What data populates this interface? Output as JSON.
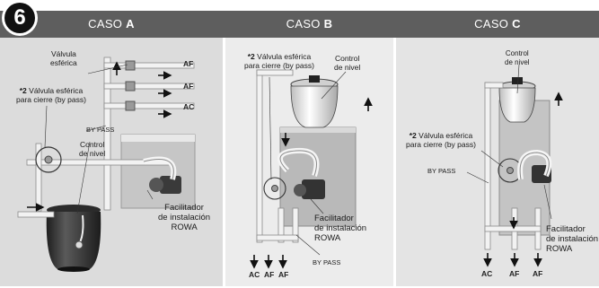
{
  "step_number": "6",
  "cases": [
    {
      "prefix": "CASO",
      "letter": "A"
    },
    {
      "prefix": "CASO",
      "letter": "B"
    },
    {
      "prefix": "CASO",
      "letter": "C"
    }
  ],
  "caso_a": {
    "valvula_esferica": [
      "Válvula",
      "esférica"
    ],
    "bypass_valve_mark": "*2",
    "bypass_valve_lines": [
      "Válvula esférica",
      "para cierre (by pass)"
    ],
    "by_pass": "BY PASS",
    "control_nivel": [
      "Control",
      "de nivel"
    ],
    "facilitador": [
      "Facilitador",
      "de instalación",
      "ROWA"
    ],
    "outlets": [
      "AF",
      "AF",
      "AC"
    ]
  },
  "caso_b": {
    "bypass_valve_mark": "*2",
    "bypass_valve_lines": [
      "Válvula esférica",
      "para cierre (by pass)"
    ],
    "control_nivel": [
      "Control",
      "de nivel"
    ],
    "facilitador": [
      "Facilitador",
      "de instalación",
      "ROWA"
    ],
    "by_pass": "BY PASS",
    "outlets": [
      "AC",
      "AF",
      "AF"
    ]
  },
  "caso_c": {
    "control_nivel": [
      "Control",
      "de nivel"
    ],
    "bypass_valve_mark": "*2",
    "bypass_valve_lines": [
      "Válvula esférica",
      "para cierre (by pass)"
    ],
    "by_pass": "BY PASS",
    "facilitador": [
      "Facilitador",
      "de instalación",
      "ROWA"
    ],
    "outlets": [
      "AC",
      "AF",
      "AF"
    ]
  },
  "colors": {
    "header_bar": "#5e5e5e",
    "panel_bg": "#dcdcdc",
    "tank": "#3a3a3a",
    "pipe": "#f2f2f2",
    "pipe_edge": "#8a8a8a",
    "wall": "#c9c9c9",
    "pump_box": "#4a4a4a"
  }
}
